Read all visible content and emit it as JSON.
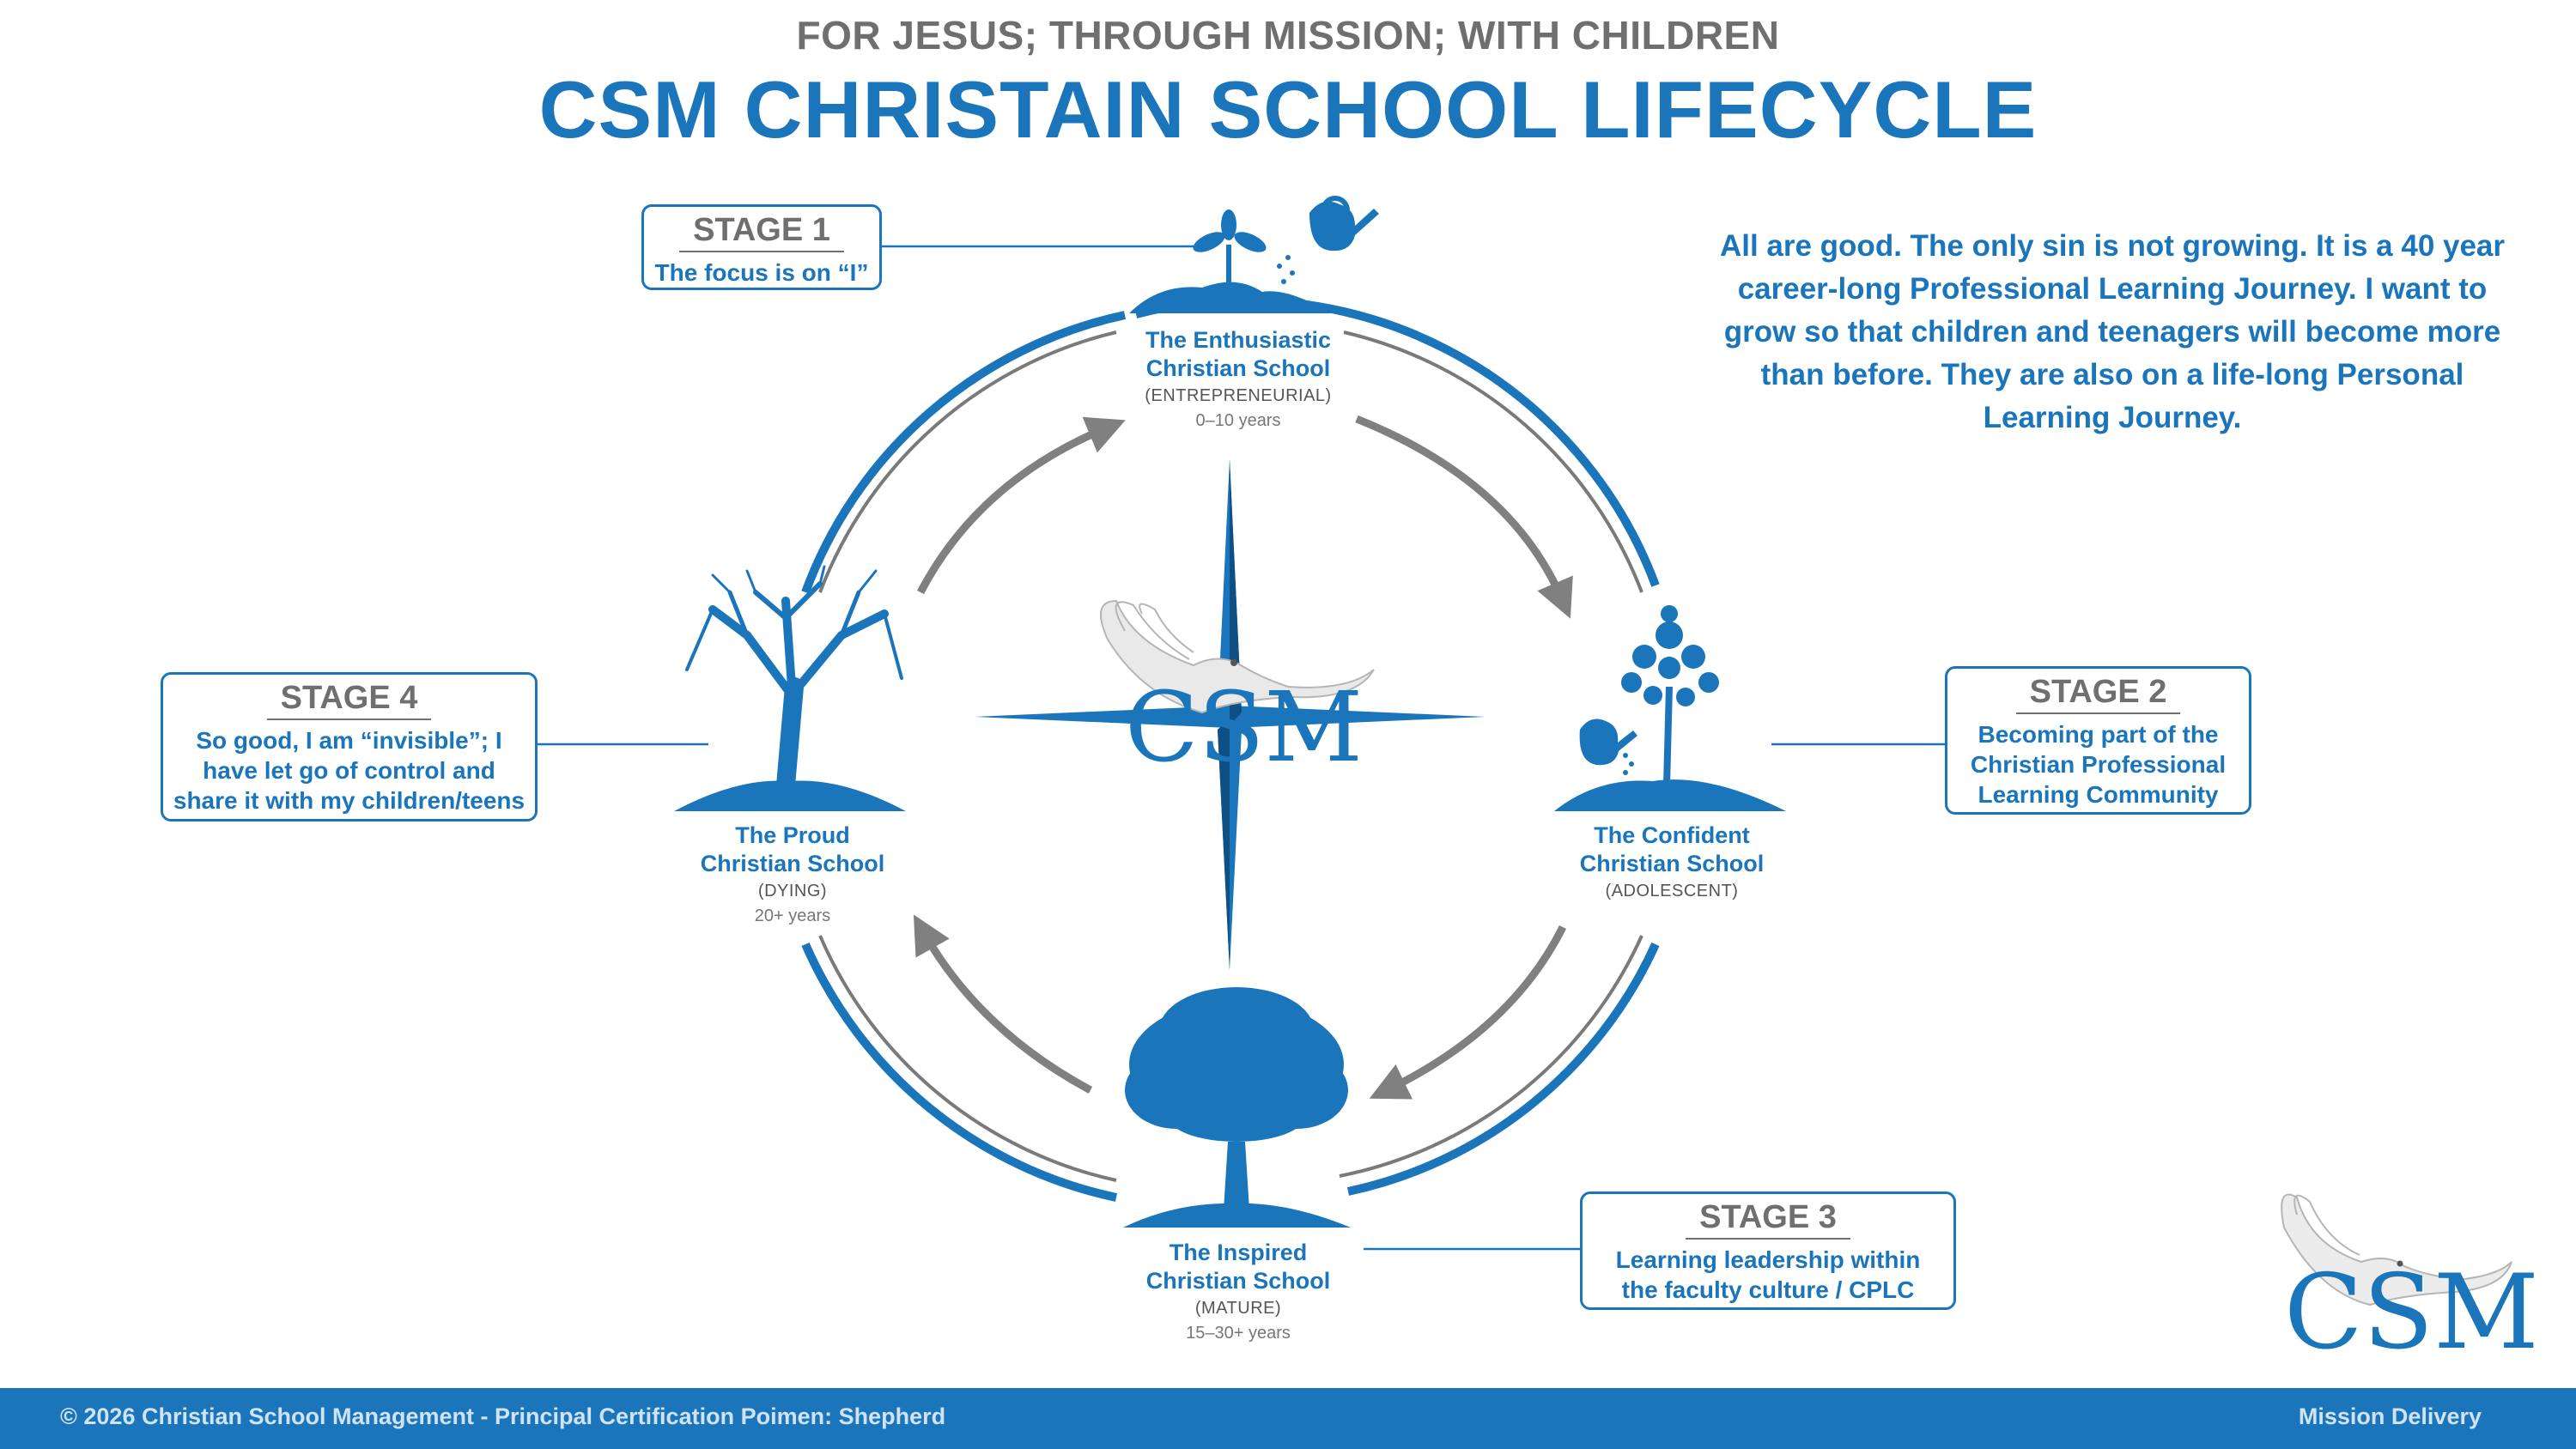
{
  "header": {
    "supertitle": "FOR JESUS; THROUGH MISSION; WITH CHILDREN",
    "title": "CSM CHRISTAIN SCHOOL LIFECYCLE"
  },
  "quote": "All are good. The only sin is not growing. It is a 40 year career-long Professional Learning Journey. I want to grow so that children and teenagers will become more than before. They are also on a life-long Personal Learning Journey.",
  "stages": [
    {
      "title": "STAGE 1",
      "text": "The focus is on “I”"
    },
    {
      "title": "STAGE 2",
      "text": "Becoming part of the Christian Professional Learning Community"
    },
    {
      "title": "STAGE 3",
      "text": "Learning leadership within the faculty culture / CPLC"
    },
    {
      "title": "STAGE 4",
      "text": "So good, I am “invisible”; I have let go of control and share it with my children/teens"
    }
  ],
  "nodes": [
    {
      "name_line1": "The Enthusiastic",
      "name_line2": "Christian School",
      "type": "(ENTREPRENEURIAL)",
      "years": "0–10 years",
      "icon": "sprout-watering-can-icon"
    },
    {
      "name_line1": "The Confident",
      "name_line2": "Christian School",
      "type": "(ADOLESCENT)",
      "years": "",
      "icon": "young-tree-watering-can-icon"
    },
    {
      "name_line1": "The Inspired",
      "name_line2": "Christian School",
      "type": "(MATURE)",
      "years": "15–30+ years",
      "icon": "full-oak-tree-icon"
    },
    {
      "name_line1": "The Proud",
      "name_line2": "Christian School",
      "type": "(DYING)",
      "years": "20+ years",
      "icon": "bare-tree-icon"
    }
  ],
  "center_logo": {
    "text": "CSM",
    "icon": "dove-compass-icon"
  },
  "corner_logo": {
    "text": "CSM",
    "icon": "dove-icon"
  },
  "footer": {
    "left": "© 2026 Christian School Management - Principal Certification Poimen: Shepherd",
    "right": "Mission Delivery"
  },
  "colors": {
    "primary": "#1b75bb",
    "gray": "#6f6f6f",
    "arrow": "#808080"
  }
}
